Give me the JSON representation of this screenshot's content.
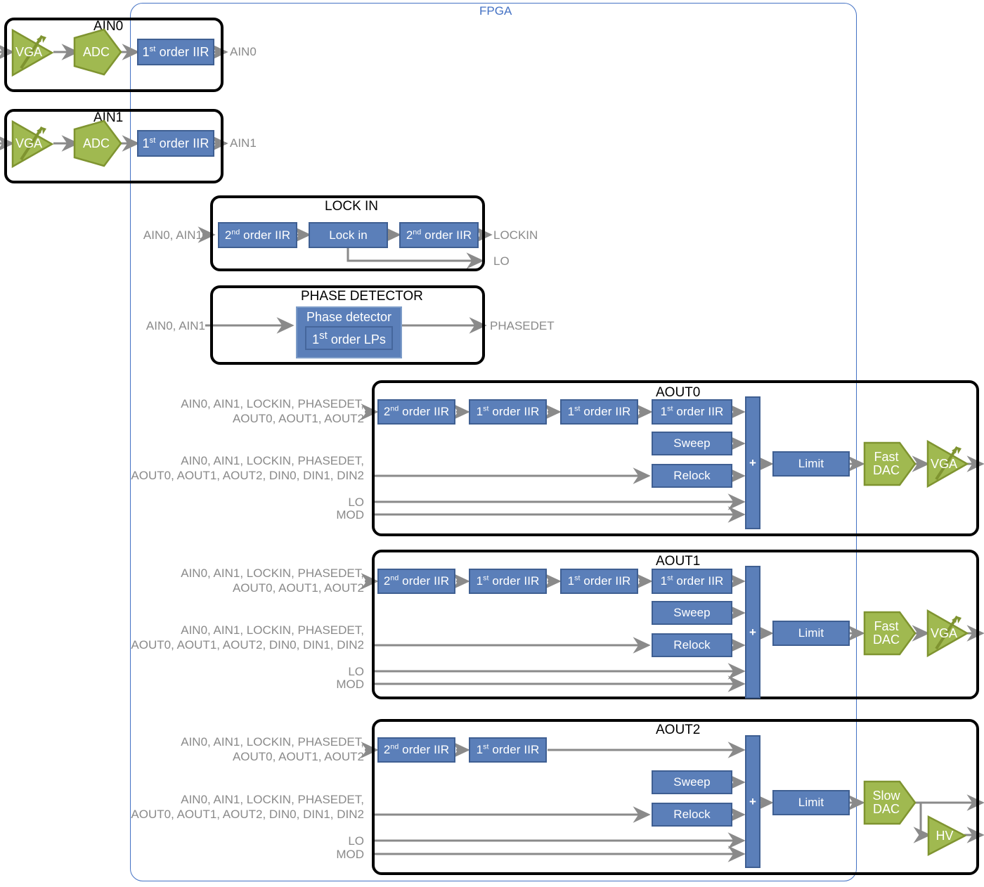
{
  "fpga": {
    "label": "FPGA"
  },
  "analog_inputs": [
    {
      "title": "AIN0",
      "vga": "VGA",
      "adc": "ADC",
      "filter": {
        "pre": "1",
        "sup": "st",
        "post": " order IIR"
      },
      "output": "AIN0"
    },
    {
      "title": "AIN1",
      "vga": "VGA",
      "adc": "ADC",
      "filter": {
        "pre": "1",
        "sup": "st",
        "post": " order IIR"
      },
      "output": "AIN1"
    }
  ],
  "lockin": {
    "title": "LOCK IN",
    "input": "AIN0, AIN1",
    "blocks": [
      {
        "pre": "2",
        "sup": "nd",
        "post": " order IIR"
      },
      {
        "pre": "Lock in",
        "sup": "",
        "post": ""
      },
      {
        "pre": "2",
        "sup": "nd",
        "post": " order IIR"
      }
    ],
    "outputs": [
      "LOCKIN",
      "LO"
    ]
  },
  "phase_detector": {
    "title": "PHASE DETECTOR",
    "input": "AIN0, AIN1",
    "block_title": "Phase detector",
    "inner": {
      "pre": "1",
      "sup": "st",
      "post": " order LPs"
    },
    "output": "PHASEDET"
  },
  "outputs": [
    {
      "title": "AOUT0",
      "inputs": [
        {
          "text": "AIN0, AIN1, LOCKIN, PHASEDET,\nAOUT0, AOUT1, AOUT2"
        },
        {
          "text": "AIN0, AIN1, LOCKIN, PHASEDET,\nAOUT0, AOUT1, AOUT2, DIN0, DIN1, DIN2"
        },
        {
          "text": "LO"
        },
        {
          "text": "MOD"
        }
      ],
      "chain": [
        {
          "pre": "2",
          "sup": "nd",
          "post": " order IIR"
        },
        {
          "pre": "1",
          "sup": "st",
          "post": " order IIR"
        },
        {
          "pre": "1",
          "sup": "st",
          "post": " order IIR"
        },
        {
          "pre": "1",
          "sup": "st",
          "post": " order IIR"
        }
      ],
      "sweep": "Sweep",
      "relock": "Relock",
      "sum": "+",
      "limit": "Limit",
      "dac": "Fast\nDAC",
      "amp": "VGA",
      "hv": null
    },
    {
      "title": "AOUT1",
      "inputs": [
        {
          "text": "AIN0, AIN1, LOCKIN, PHASEDET,\nAOUT0, AOUT1, AOUT2"
        },
        {
          "text": "AIN0, AIN1, LOCKIN, PHASEDET,\nAOUT0, AOUT1, AOUT2, DIN0, DIN1, DIN2"
        },
        {
          "text": "LO"
        },
        {
          "text": "MOD"
        }
      ],
      "chain": [
        {
          "pre": "2",
          "sup": "nd",
          "post": " order IIR"
        },
        {
          "pre": "1",
          "sup": "st",
          "post": " order IIR"
        },
        {
          "pre": "1",
          "sup": "st",
          "post": " order IIR"
        },
        {
          "pre": "1",
          "sup": "st",
          "post": " order IIR"
        }
      ],
      "sweep": "Sweep",
      "relock": "Relock",
      "sum": "+",
      "limit": "Limit",
      "dac": "Fast\nDAC",
      "amp": "VGA",
      "hv": null
    },
    {
      "title": "AOUT2",
      "inputs": [
        {
          "text": "AIN0, AIN1, LOCKIN, PHASEDET,\nAOUT0, AOUT1, AOUT2"
        },
        {
          "text": "AIN0, AIN1, LOCKIN, PHASEDET,\nAOUT0, AOUT1, AOUT2, DIN0, DIN1, DIN2"
        },
        {
          "text": "LO"
        },
        {
          "text": "MOD"
        }
      ],
      "chain": [
        {
          "pre": "2",
          "sup": "nd",
          "post": " order IIR"
        },
        {
          "pre": "1",
          "sup": "st",
          "post": " order IIR"
        }
      ],
      "sweep": "Sweep",
      "relock": "Relock",
      "sum": "+",
      "limit": "Limit",
      "dac": "Slow\nDAC",
      "amp": null,
      "hv": "HV"
    }
  ],
  "colors": {
    "blue_fill": "#5b7fb9",
    "blue_stroke": "#3f5f92",
    "green_fill": "#a0b950",
    "green_stroke": "#7f9430",
    "wire": "#8a8a8a",
    "fpga": "#4472c4",
    "group_stroke": "#000000"
  }
}
